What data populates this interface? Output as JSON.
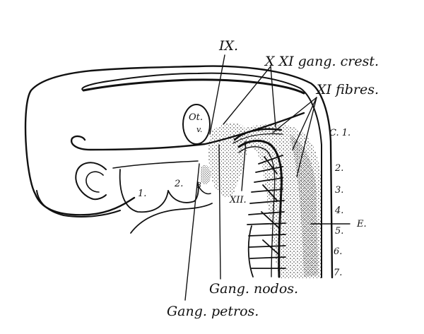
{
  "labels": {
    "ix": "IX.",
    "x_xi_gang_crest": "X XI gang. crest.",
    "xi_fibres": "XI fibres.",
    "ot_v_top": "Ot.",
    "ot_v_bottom": "v.",
    "c1": "C. 1.",
    "seg2": "2.",
    "seg3": "3.",
    "seg4": "4.",
    "seg5": "5.",
    "seg6": "6.",
    "seg7": "7.",
    "e": "E.",
    "xii": "XII.",
    "arch1": "1.",
    "arch2": "2.",
    "arch3": "3",
    "gang_nodos": "Gang. nodos.",
    "gang_petros": "Gang. petros."
  },
  "colors": {
    "ink": "#111111",
    "paper": "#ffffff"
  }
}
